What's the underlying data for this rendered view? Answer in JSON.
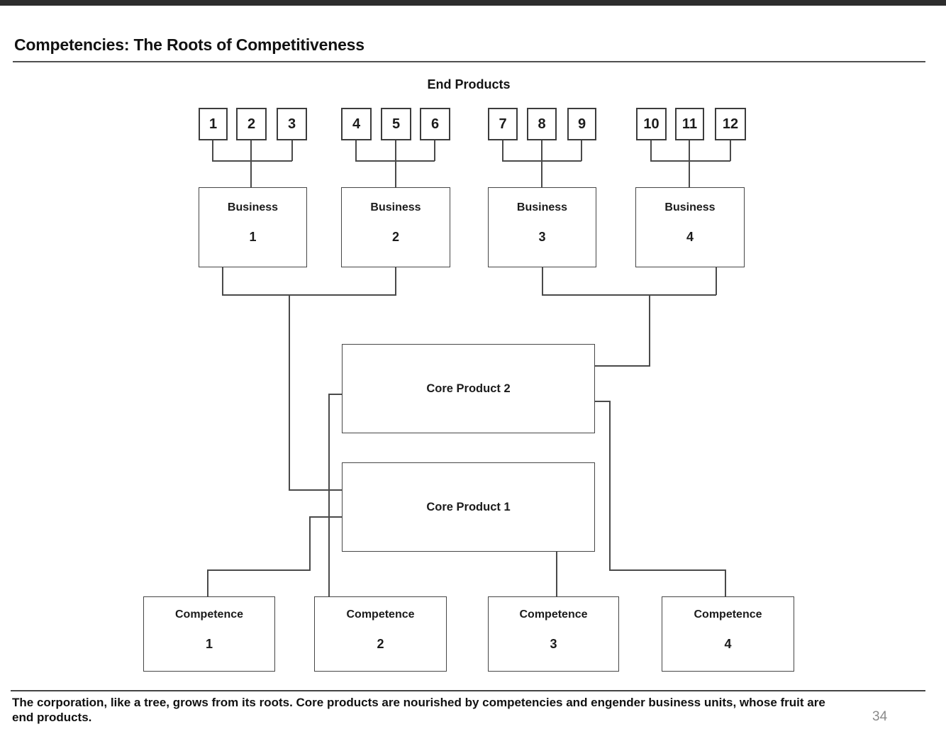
{
  "page": {
    "title": "Competencies: The Roots of Competitiveness",
    "page_number": "34"
  },
  "diagram": {
    "end_products_label": "End Products",
    "end_product_numbers": [
      "1",
      "2",
      "3",
      "4",
      "5",
      "6",
      "7",
      "8",
      "9",
      "10",
      "11",
      "12"
    ],
    "businesses": [
      {
        "label": "Business",
        "number": "1"
      },
      {
        "label": "Business",
        "number": "2"
      },
      {
        "label": "Business",
        "number": "3"
      },
      {
        "label": "Business",
        "number": "4"
      }
    ],
    "core_products": [
      {
        "label": "Core Product 2"
      },
      {
        "label": "Core Product 1"
      }
    ],
    "competencies": [
      {
        "label": "Competence",
        "number": "1"
      },
      {
        "label": "Competence",
        "number": "2"
      },
      {
        "label": "Competence",
        "number": "3"
      },
      {
        "label": "Competence",
        "number": "4"
      }
    ]
  },
  "caption": {
    "line1": "The corporation, like a tree, grows from its roots. Core products are nourished by competencies and engender business units, whose fruit are",
    "line2": "end products."
  },
  "colors": {
    "connector": "#4a4a4a",
    "box_border": "#464646",
    "text": "#1b1b1b",
    "top_bar": "#2d2d2d",
    "page_number": "#8a8a8a"
  }
}
